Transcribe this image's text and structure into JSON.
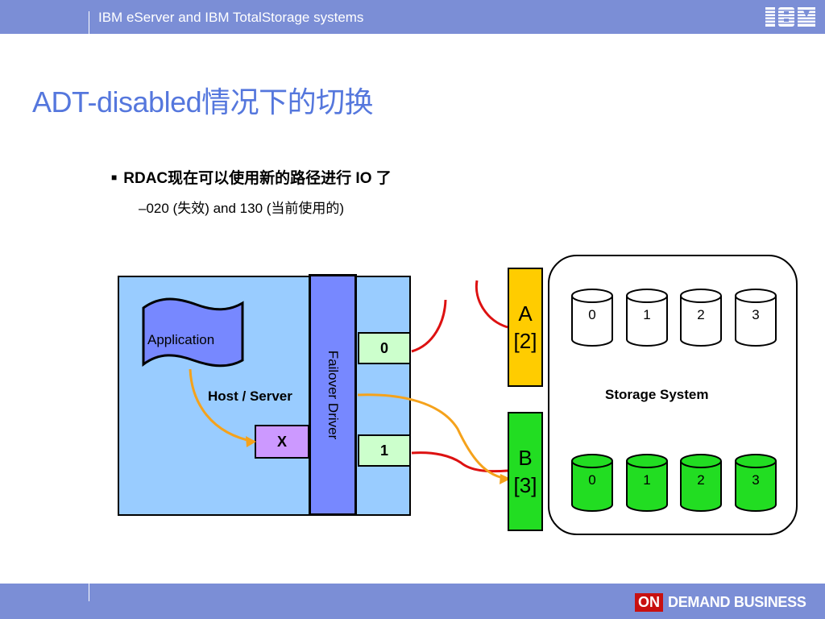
{
  "header": {
    "title": "IBM eServer and IBM TotalStorage systems",
    "logo_text": "IBM"
  },
  "slide": {
    "title": "ADT-disabled情况下的切换",
    "bullet": "RDAC现在可以使用新的路径进行 IO 了",
    "sub_bullet": "–020 (失效) and 130 (当前使用的)"
  },
  "diagram": {
    "application_label": "Application",
    "host_label": "Host / Server",
    "failover_label": "Failover Driver",
    "port_0": "0",
    "port_1": "1",
    "failed_path_label": "X",
    "controller_a": {
      "letter": "A",
      "id": "[2]"
    },
    "controller_b": {
      "letter": "B",
      "id": "[3]"
    },
    "storage_label": "Storage System",
    "disks_a": [
      "0",
      "1",
      "2",
      "3"
    ],
    "disks_b": [
      "0",
      "1",
      "2",
      "3"
    ],
    "colors": {
      "host": "#99ccff",
      "failover": "#7788ff",
      "ctrl_a": "#ffcc00",
      "ctrl_b": "#22dd22",
      "active_path": "#f5a21b",
      "cable": "#dd1111"
    }
  },
  "footer": {
    "on": "ON",
    "demand_business": "DEMAND BUSINESS"
  }
}
